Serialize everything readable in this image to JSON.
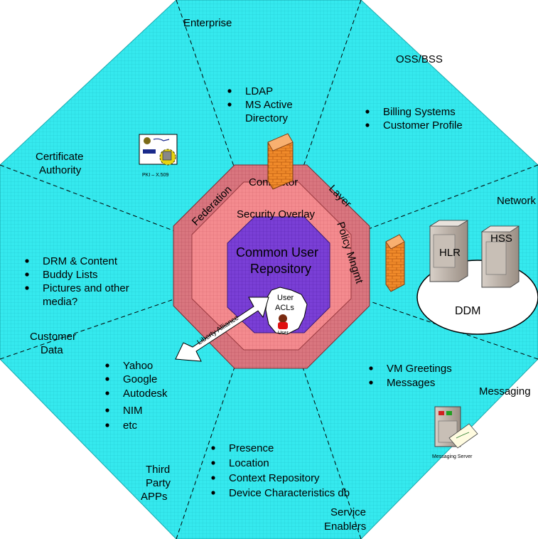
{
  "sectors": {
    "enterprise": "Enterprise",
    "oss_bss": "OSS/BSS",
    "network": "Network",
    "messaging": "Messaging",
    "service_enablers": [
      "Service",
      "Enablers"
    ],
    "third_party": [
      "Third",
      "Party",
      "APPs"
    ],
    "customer_data": [
      "Customer",
      "Data"
    ],
    "certificate_authority": [
      "Certificate",
      "Authority"
    ]
  },
  "lists": {
    "enterprise": [
      "LDAP",
      "MS Active",
      "Directory"
    ],
    "oss_bss": [
      "Billing Systems",
      "Customer Profile"
    ],
    "customer_data": [
      "DRM & Content",
      "Buddy Lists",
      "Pictures and other",
      "media?"
    ],
    "third_party": [
      "Yahoo",
      "Google",
      "Autodesk",
      "NIM",
      "etc"
    ],
    "messaging": [
      "VM Greetings",
      "Messages"
    ],
    "service_enablers": [
      "Presence",
      "Location",
      "Context Repository",
      "Device Characteristics db"
    ]
  },
  "rings": {
    "connector": "Connector",
    "federation": "Federation",
    "layer": "Layer",
    "security_overlay": "Security Overlay",
    "policy_mngmt": "Policy Mngmt",
    "core": [
      "Common User",
      "Repository"
    ]
  },
  "user_acls": [
    "User",
    "ACLs"
  ],
  "user_small": "User",
  "liberty_alliance": "Liberty Alliance",
  "ddm": "DDM",
  "servers": {
    "hlr": "HLR",
    "hss": "HSS"
  },
  "pki_label": "PKI – X.509",
  "messaging_server": "Messaging Server",
  "colors": {
    "outer": "#35e9ee",
    "ring1": "#d9767f",
    "ring2": "#f48b8f",
    "core": "#7a3fd6",
    "firewall": "#f08a2a"
  },
  "icons": [
    "pki-certificate-icon",
    "firewall-icon",
    "server-icon",
    "messaging-server-icon",
    "user-icon",
    "arrow-icon"
  ]
}
